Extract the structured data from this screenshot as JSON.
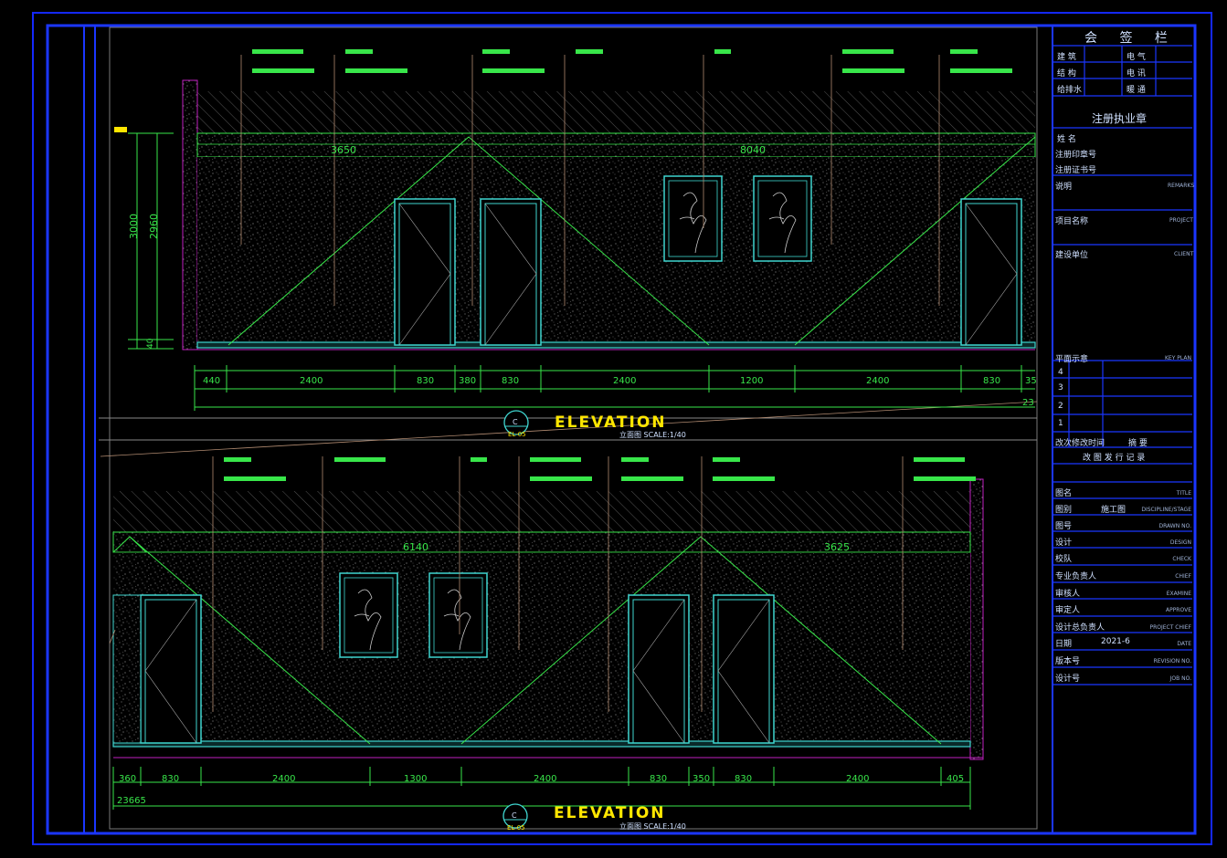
{
  "colors": {
    "border": "#1428ff",
    "frame": "#1b36ff",
    "green": "#38e64a",
    "cyan": "#3fd6d0",
    "magenta": "#c020c0",
    "leader": "#b08a70",
    "hatch": "#707070",
    "noise": "#d8d8d8",
    "yellow": "#ffe600",
    "text_dim": "#cfe0ff"
  },
  "side_note": "",
  "elevations": [
    {
      "title": "ELEVATION",
      "subtitle": "立面图  SCALE:1/40",
      "tag_top": "C",
      "tag_bottom": "EL-05",
      "top_dims": [
        "3650",
        "8040"
      ],
      "height_dims": [
        "3000",
        "2960",
        "40"
      ],
      "bottom_dims": [
        "440",
        "2400",
        "830",
        "380",
        "830",
        "2400",
        "1200",
        "2400",
        "830",
        "35"
      ],
      "total_dim": "23"
    },
    {
      "title": "ELEVATION",
      "subtitle": "立面图  SCALE:1/40",
      "tag_top": "C",
      "tag_bottom": "EL-05",
      "top_dims": [
        "6140",
        "3625"
      ],
      "bottom_dims": [
        "360",
        "830",
        "2400",
        "1300",
        "2400",
        "830",
        "350",
        "830",
        "2400",
        "405"
      ],
      "total_dim": "23665"
    }
  ],
  "title_block": {
    "countersign": "会 签 栏",
    "rows": [
      {
        "left": "建 筑",
        "right": "电 气"
      },
      {
        "left": "结 构",
        "right": "电 讯"
      },
      {
        "left": "给排水",
        "right": "暖 通"
      }
    ],
    "seal": "注册执业章",
    "name": "姓      名",
    "reg_no": "注册印章号",
    "cert_no": "注册证书号",
    "remarks": "说明",
    "remarks_en": "REMARKS",
    "project": "项目名称",
    "project_en": "PROJECT",
    "client": "建设单位",
    "client_en": "CLIENT",
    "keyplan": "平面示意",
    "keyplan_en": "KEY PLAN",
    "rev_nums": [
      "4",
      "3",
      "2",
      "1"
    ],
    "rev_h1": "改次",
    "rev_h2": "修改时间",
    "rev_h3": "摘      要",
    "rev_record": "改 图 发 行 记 录",
    "meta": [
      {
        "cn": "图名",
        "en": "TITLE",
        "val": ""
      },
      {
        "cn": "图别",
        "en": "DISCIPLINE/STAGE",
        "val": "施工图"
      },
      {
        "cn": "图号",
        "en": "DRAWN NO.",
        "val": ""
      },
      {
        "cn": "设计",
        "en": "DESIGN",
        "val": ""
      },
      {
        "cn": "校队",
        "en": "CHECK",
        "val": ""
      },
      {
        "cn": "专业负责人",
        "en": "CHIEF",
        "val": ""
      },
      {
        "cn": "审核人",
        "en": "EXAMINE",
        "val": ""
      },
      {
        "cn": "审定人",
        "en": "APPROVE",
        "val": ""
      },
      {
        "cn": "设计总负责人",
        "en": "PROJECT CHIEF",
        "val": ""
      },
      {
        "cn": "日期",
        "en": "DATE",
        "val": "2021-6"
      },
      {
        "cn": "版本号",
        "en": "REVISION NO.",
        "val": ""
      },
      {
        "cn": "设计号",
        "en": "JOB NO.",
        "val": ""
      }
    ]
  }
}
